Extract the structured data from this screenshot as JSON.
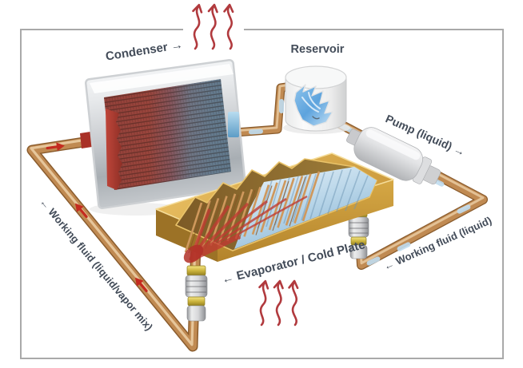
{
  "labels": {
    "condenser": "Condenser →",
    "reservoir": "Reservoir",
    "pump": "Pump (liquid) →",
    "evaporator": "← Evaporator / Cold Plate",
    "working_fluid_mix": "← Working fluid (liquid/vapor mix)",
    "working_fluid_liquid": "← Working fluid (liquid)"
  },
  "diagram": {
    "type": "cooling-loop-schematic",
    "components": [
      {
        "id": "condenser",
        "label": "Condenser"
      },
      {
        "id": "reservoir",
        "label": "Reservoir"
      },
      {
        "id": "pump",
        "label": "Pump (liquid)"
      },
      {
        "id": "evaporator-cold-plate",
        "label": "Evaporator / Cold Plate"
      }
    ],
    "flows": [
      {
        "id": "working-fluid-mix",
        "label": "Working fluid (liquid/vapor mix)",
        "path": "evaporator → condenser",
        "indicator": "red arrows on copper pipe"
      },
      {
        "id": "working-fluid-liquid",
        "label": "Working fluid (liquid)",
        "path": "pump → evaporator",
        "indicator": "blue liquid streaks on copper pipe"
      },
      {
        "id": "heat-rejected",
        "indicator": "red wavy arrows rising above condenser"
      },
      {
        "id": "heat-absorbed",
        "indicator": "red wavy arrows rising into evaporator from below"
      }
    ]
  },
  "colors": {
    "label_text": "#434c59",
    "frame_border": "#a9a9a9",
    "pipe_copper": "#c08a52",
    "heat_arrow_red": "#b13a3e",
    "flow_arrow_red": "#c42b20",
    "plate_gold": "#d2a045",
    "hot_core_red": "#96423a",
    "cold_core_blue": "#64798b",
    "liquid_blue": "#bfdcef",
    "pump_silver": "#d9dadc",
    "water_blue": "#5da3dd"
  }
}
